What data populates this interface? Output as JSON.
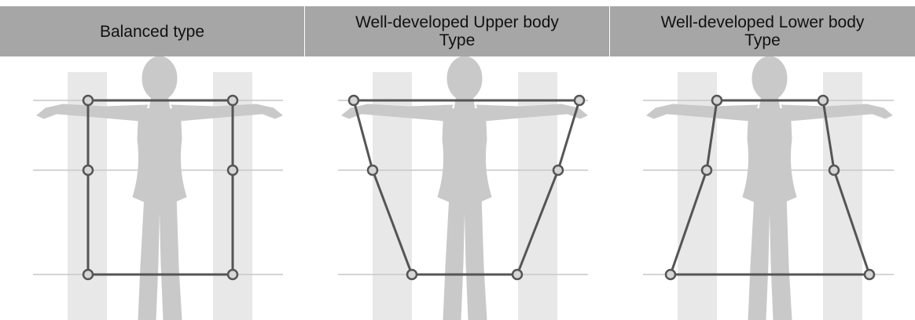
{
  "panels": [
    {
      "header_line1": "Balanced type",
      "header_line2": ""
    },
    {
      "header_line1": "Well-developed Upper body",
      "header_line2": "Type"
    },
    {
      "header_line1": "Well-developed Lower body",
      "header_line2": "Type"
    }
  ],
  "colors": {
    "header_background": "#a6a6a6",
    "silhouette": "#c9c9c9",
    "guide_band": "#e8e8e8",
    "guide_line": "#c7c7c7",
    "outline": "#555555",
    "node_fill": "#d6d6d6"
  }
}
